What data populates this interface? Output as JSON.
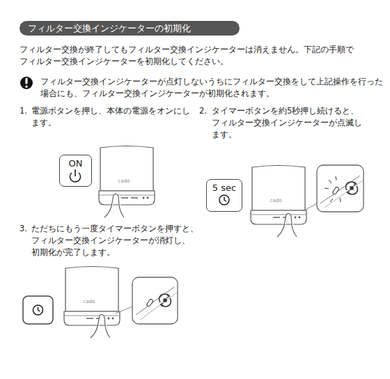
{
  "diagram": {
    "title": "フィルター交換インジケーターの初期化",
    "nodes": [
      {
        "text": [
          "ON"
        ]
      },
      {
        "text": [
          "5 sec"
        ]
      }
    ],
    "labels": [
      "フィルター交換が終了してもフィルター交換インジケーターは消えません。下記の手順で フィルター交換インジケーターを初期化してください。",
      "フィルター交換インジケーターが点灯しないうちにフィルター交換をして上記操作を行った 場合にも、フィルター交換インジケーターが初期化されます。",
      "1.",
      "電源ボタンを押し、本体の電源をオンにし ます。",
      "2.",
      "タイマーボタンを約5秒押し続けると、 フィルター交換インジケーターが点滅し ます。",
      "3.",
      "ただちにもう一度タイマーボタンを押すと、 フィルター交換インジケーターが消灯し、 初期化が完了します。",
      "cado",
      "cado",
      "cado"
    ]
  }
}
